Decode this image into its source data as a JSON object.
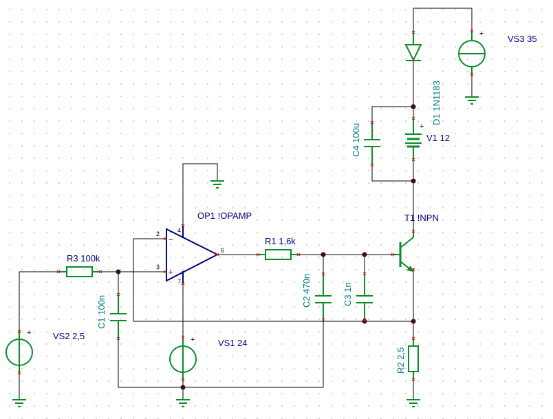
{
  "components": {
    "vs3": {
      "label": "VS3 35",
      "sign": "+"
    },
    "d1": {
      "label": "D1 1N1183"
    },
    "v1": {
      "label": "V1 12",
      "sign": "+"
    },
    "c4": {
      "label": "C4 100u"
    },
    "t1": {
      "label": "T1 !NPN"
    },
    "op1": {
      "label": "OP1 !OPAMP",
      "pin_inv": "2",
      "pin_noninv": "3",
      "pin_out": "6",
      "pin_vpos": "4",
      "pin_vneg": "7",
      "minus": "−",
      "plus": "+"
    },
    "r3": {
      "label": "R3 100k"
    },
    "r1": {
      "label": "R1 1,6k"
    },
    "c1": {
      "label": "C1 100n"
    },
    "c2": {
      "label": "C2 470n"
    },
    "c3": {
      "label": "C3 1n"
    },
    "vs2": {
      "label": "VS2 2,5",
      "sign": "+"
    },
    "vs1": {
      "label": "VS1 24",
      "sign": "+"
    },
    "r2": {
      "label": "R2 2,5"
    }
  },
  "colors": {
    "wire": "#000000",
    "component": "#0b8a2a",
    "opamp": "#00007a",
    "pin_marker": "#d02020",
    "label_blue": "#000080",
    "label_teal": "#007a7a"
  }
}
